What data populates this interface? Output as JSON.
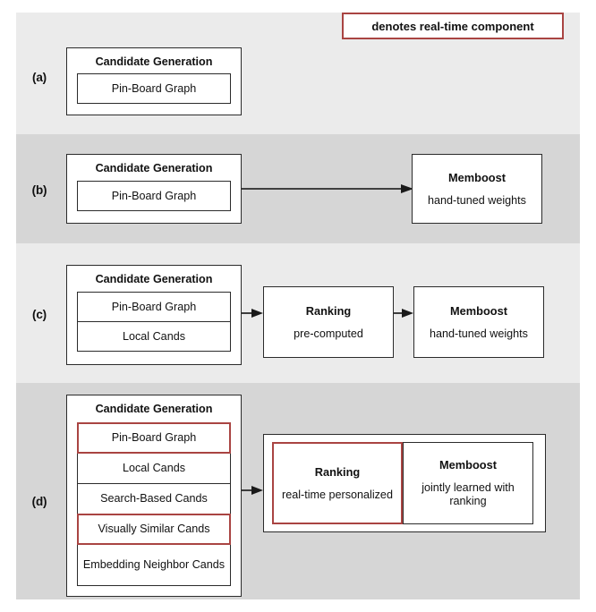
{
  "figure": {
    "legend": {
      "text": "denotes real-time component",
      "border_color": "#a94442"
    },
    "band_colors": {
      "light": "#ebebeb",
      "dark": "#d6d6d6"
    },
    "rows": [
      {
        "label": "(a)",
        "candidate_generation": {
          "title": "Candidate Generation",
          "items": [
            {
              "label": "Pin-Board Graph",
              "realtime": false
            }
          ]
        },
        "stages": [],
        "arrows": 0
      },
      {
        "label": "(b)",
        "candidate_generation": {
          "title": "Candidate Generation",
          "items": [
            {
              "label": "Pin-Board Graph",
              "realtime": false
            }
          ]
        },
        "stages": [
          {
            "title": "Memboost",
            "subtitle": "hand-tuned weights",
            "realtime": false
          }
        ],
        "arrows": 1
      },
      {
        "label": "(c)",
        "candidate_generation": {
          "title": "Candidate Generation",
          "items": [
            {
              "label": "Pin-Board Graph",
              "realtime": false
            },
            {
              "label": "Local Cands",
              "realtime": false
            }
          ]
        },
        "stages": [
          {
            "title": "Ranking",
            "subtitle": "pre-computed",
            "realtime": false
          },
          {
            "title": "Memboost",
            "subtitle": "hand-tuned weights",
            "realtime": false
          }
        ],
        "arrows": 2
      },
      {
        "label": "(d)",
        "candidate_generation": {
          "title": "Candidate Generation",
          "items": [
            {
              "label": "Pin-Board Graph",
              "realtime": true
            },
            {
              "label": "Local Cands",
              "realtime": false
            },
            {
              "label": "Search-Based Cands",
              "realtime": false
            },
            {
              "label": "Visually Similar Cands",
              "realtime": true
            },
            {
              "label": "Embedding Neighbor Cands",
              "realtime": false
            }
          ]
        },
        "stages": [
          {
            "title": "Ranking",
            "subtitle": "real-time personalized",
            "realtime": true
          },
          {
            "title": "Memboost",
            "subtitle": "jointly learned with ranking",
            "realtime": false
          }
        ],
        "arrows": 1
      }
    ]
  }
}
